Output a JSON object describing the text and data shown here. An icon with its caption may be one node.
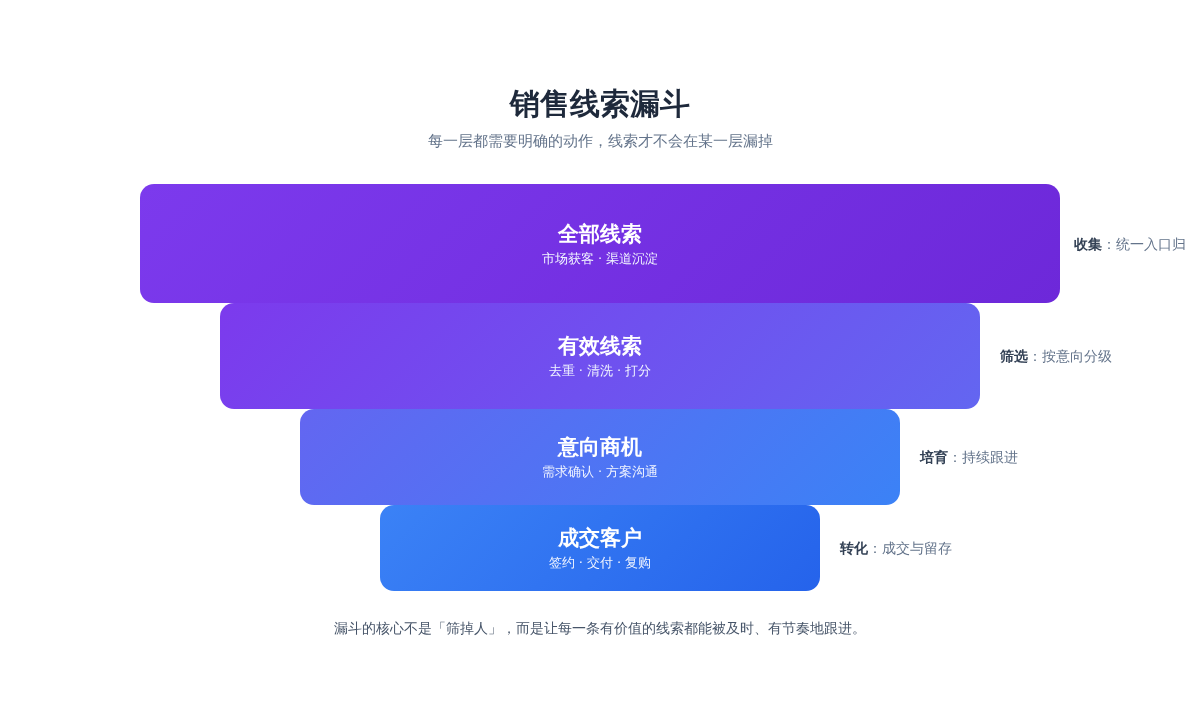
{
  "diagram": {
    "title": "销售线索漏斗",
    "nodes": [
      {
        "text": [
          "全部线索",
          "市场获客 · 渠道沉淀"
        ],
        "beside": [
          "**收集**：统一入口归"
        ]
      },
      {
        "text": [
          "有效线索",
          "去重 · 清洗 · 打分"
        ],
        "beside": [
          "**筛选**：按意向分级"
        ]
      },
      {
        "text": [
          "意向商机",
          "需求确认 · 方案沟通"
        ],
        "beside": [
          "**培育**：持续跟进"
        ]
      },
      {
        "text": [
          "成交客户",
          "签约 · 交付 · 复购"
        ],
        "beside": [
          "**转化**：成交与留存"
        ]
      }
    ],
    "labels": [
      "每一层都需要明确的动作，线索才不会在某一层漏掉"
    ],
    "caption": "漏斗的核心不是「筛掉人」，而是让每一条有价值的线索都能被及时、有节奏地跟进。"
  }
}
